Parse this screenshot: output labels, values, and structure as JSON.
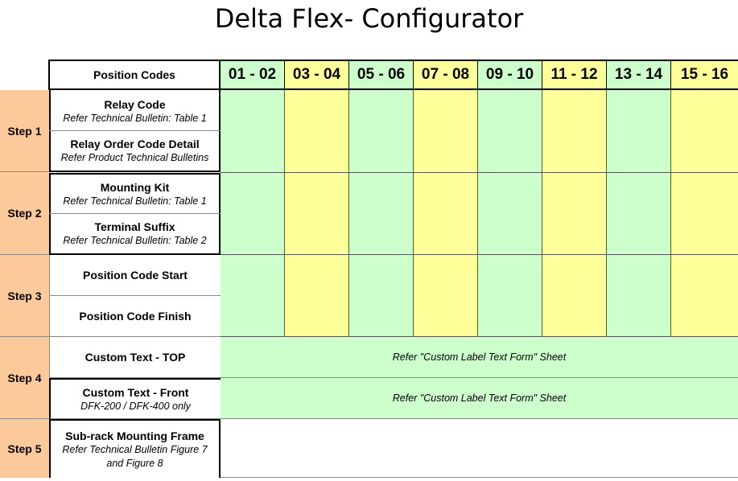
{
  "title": "Delta Flex- Configurator",
  "header": {
    "position_codes": "Position Codes",
    "columns": [
      "01 - 02",
      "03 - 04",
      "05 - 06",
      "07 - 08",
      "09 - 10",
      "11 - 12",
      "13 - 14",
      "15 - 16"
    ]
  },
  "steps": [
    {
      "label": "Step 1"
    },
    {
      "label": "Step 2"
    },
    {
      "label": "Step 3"
    },
    {
      "label": "Step 4"
    },
    {
      "label": "Step 5"
    }
  ],
  "rows": [
    {
      "main": "Relay Code",
      "sub": "Refer Technical Bulletin: Table 1"
    },
    {
      "main": "Relay Order Code Detail",
      "sub": "Refer Product Technical Bulletins"
    },
    {
      "main": "Mounting Kit",
      "sub": "Refer Technical Bulletin: Table 1"
    },
    {
      "main": "Terminal Suffix",
      "sub": "Refer Technical Bulletin: Table 2"
    },
    {
      "main": "Position Code Start",
      "sub": ""
    },
    {
      "main": "Position Code Finish",
      "sub": ""
    },
    {
      "main": "Custom Text - TOP",
      "sub": ""
    },
    {
      "main": "Custom Text - Front",
      "sub": "DFK-200 / DFK-400 only"
    },
    {
      "main": "Sub-rack Mounting Frame",
      "sub": "Refer Technical Bulletin Figure 7",
      "sub2": "and Figure 8"
    }
  ],
  "notes": {
    "custom_top": "Refer \"Custom Label Text Form\" Sheet",
    "custom_front": "Refer \"Custom Label Text Form\" Sheet"
  },
  "colors": {
    "green": "#ccffcc",
    "yellow": "#ffff99",
    "orange": "#fcc99b"
  }
}
